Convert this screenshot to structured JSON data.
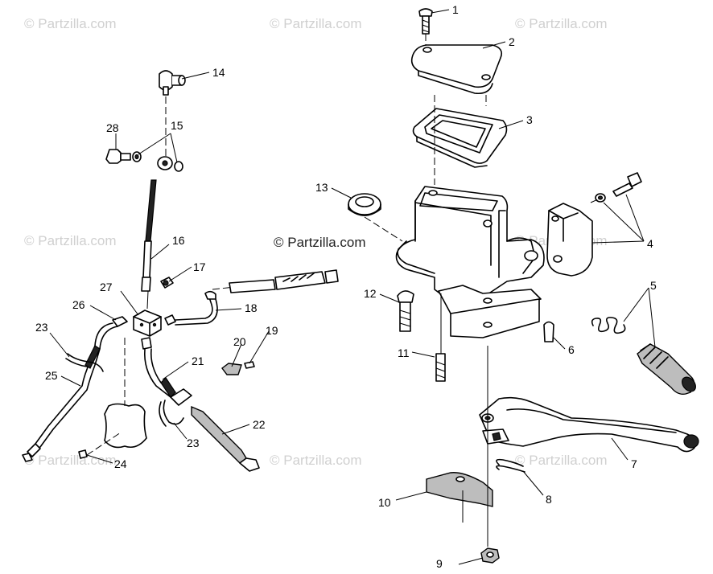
{
  "watermark": {
    "text": "© Partzilla.com",
    "center_text": "© Partzilla.com"
  },
  "callouts": [
    {
      "id": "c1",
      "label": "1"
    },
    {
      "id": "c2",
      "label": "2"
    },
    {
      "id": "c3",
      "label": "3"
    },
    {
      "id": "c4",
      "label": "4"
    },
    {
      "id": "c5",
      "label": "5"
    },
    {
      "id": "c6",
      "label": "6"
    },
    {
      "id": "c7",
      "label": "7"
    },
    {
      "id": "c8",
      "label": "8"
    },
    {
      "id": "c9",
      "label": "9"
    },
    {
      "id": "c10",
      "label": "10"
    },
    {
      "id": "c11",
      "label": "11"
    },
    {
      "id": "c12",
      "label": "12"
    },
    {
      "id": "c13",
      "label": "13"
    },
    {
      "id": "c14",
      "label": "14"
    },
    {
      "id": "c15",
      "label": "15"
    },
    {
      "id": "c16",
      "label": "16"
    },
    {
      "id": "c17",
      "label": "17"
    },
    {
      "id": "c18",
      "label": "18"
    },
    {
      "id": "c19",
      "label": "19"
    },
    {
      "id": "c20",
      "label": "20"
    },
    {
      "id": "c21",
      "label": "21"
    },
    {
      "id": "c22",
      "label": "22"
    },
    {
      "id": "c23a",
      "label": "23"
    },
    {
      "id": "c23b",
      "label": "23"
    },
    {
      "id": "c24",
      "label": "24"
    },
    {
      "id": "c25",
      "label": "25"
    },
    {
      "id": "c26",
      "label": "26"
    },
    {
      "id": "c27",
      "label": "27"
    },
    {
      "id": "c28",
      "label": "28"
    }
  ]
}
